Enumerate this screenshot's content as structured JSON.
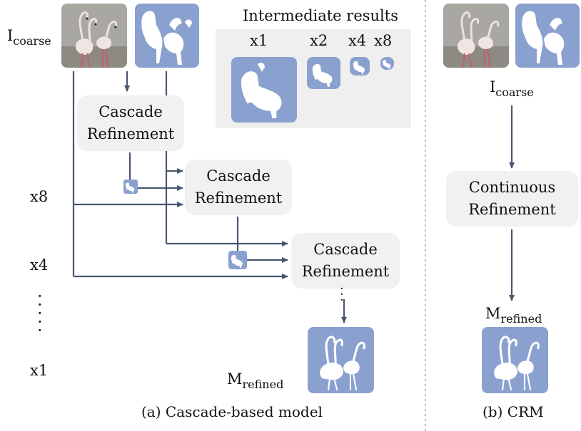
{
  "left": {
    "input_label": "I",
    "input_sub": "coarse",
    "intermediate": {
      "title": "Intermediate results",
      "scales": [
        "x1",
        "x2",
        "x4",
        "x8"
      ]
    },
    "refine_blocks": [
      {
        "line1": "Cascade",
        "line2": "Refinement"
      },
      {
        "line1": "Cascade",
        "line2": "Refinement"
      },
      {
        "line1": "Cascade",
        "line2": "Refinement"
      }
    ],
    "side_scales": [
      "x8",
      "x4",
      "x1"
    ],
    "output_label": "M",
    "output_sub": "refined",
    "caption": "(a) Cascade-based model"
  },
  "right": {
    "input_label": "I",
    "input_sub": "coarse",
    "refine_block": {
      "line1": "Continuous",
      "line2": "Refinement"
    },
    "output_label": "M",
    "output_sub": "refined",
    "caption": "(b) CRM"
  },
  "colors": {
    "mask_tile": "#8aa0cf",
    "arrow": "#4a5670",
    "box": "#f1f1f1",
    "panel": "#efefef",
    "divider": "#bdbdbd"
  }
}
